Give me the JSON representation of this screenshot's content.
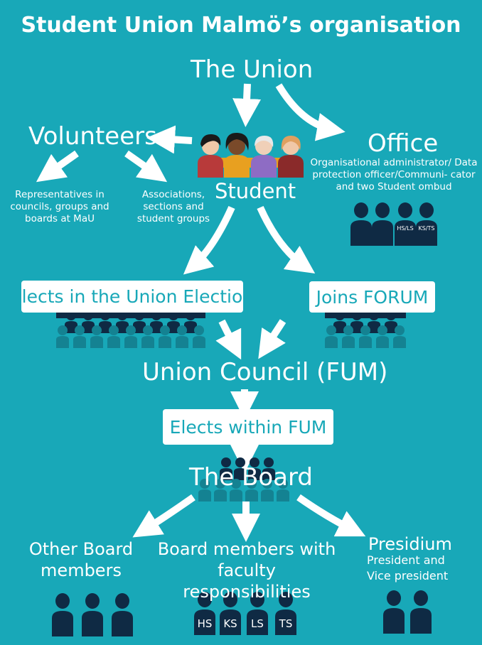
{
  "title": "Student Union Malmö’s organisation",
  "union": "The Union",
  "volunteers": {
    "title": "Volunteers",
    "left_text": "Representatives in councils, groups and boards at MaU",
    "right_text": "Associations, sections and student groups"
  },
  "student": "Student",
  "office": {
    "title": "Office",
    "desc": "Organisational administrator/ Data protection officer/Communi- cator and two Student ombud",
    "badges": [
      "HS/LS",
      "KS/TS"
    ]
  },
  "elects_box": "Elects in the Union Election",
  "forum_box": "Joins FORUM",
  "council": "Union Council (FUM)",
  "fum_box": "Elects within FUM",
  "board": "The Board",
  "other_board": {
    "title": "Other Board members"
  },
  "faculty": {
    "title": "Board members with faculty responsibilities",
    "badges": [
      "HS",
      "KS",
      "LS",
      "TS"
    ]
  },
  "presidium": {
    "title": "Presidium",
    "desc": "President and Vice president"
  },
  "colors": {
    "background": "#18a8b8",
    "figure": "#0f2a44",
    "text": "#ffffff",
    "box_text": "#18a8b8"
  }
}
